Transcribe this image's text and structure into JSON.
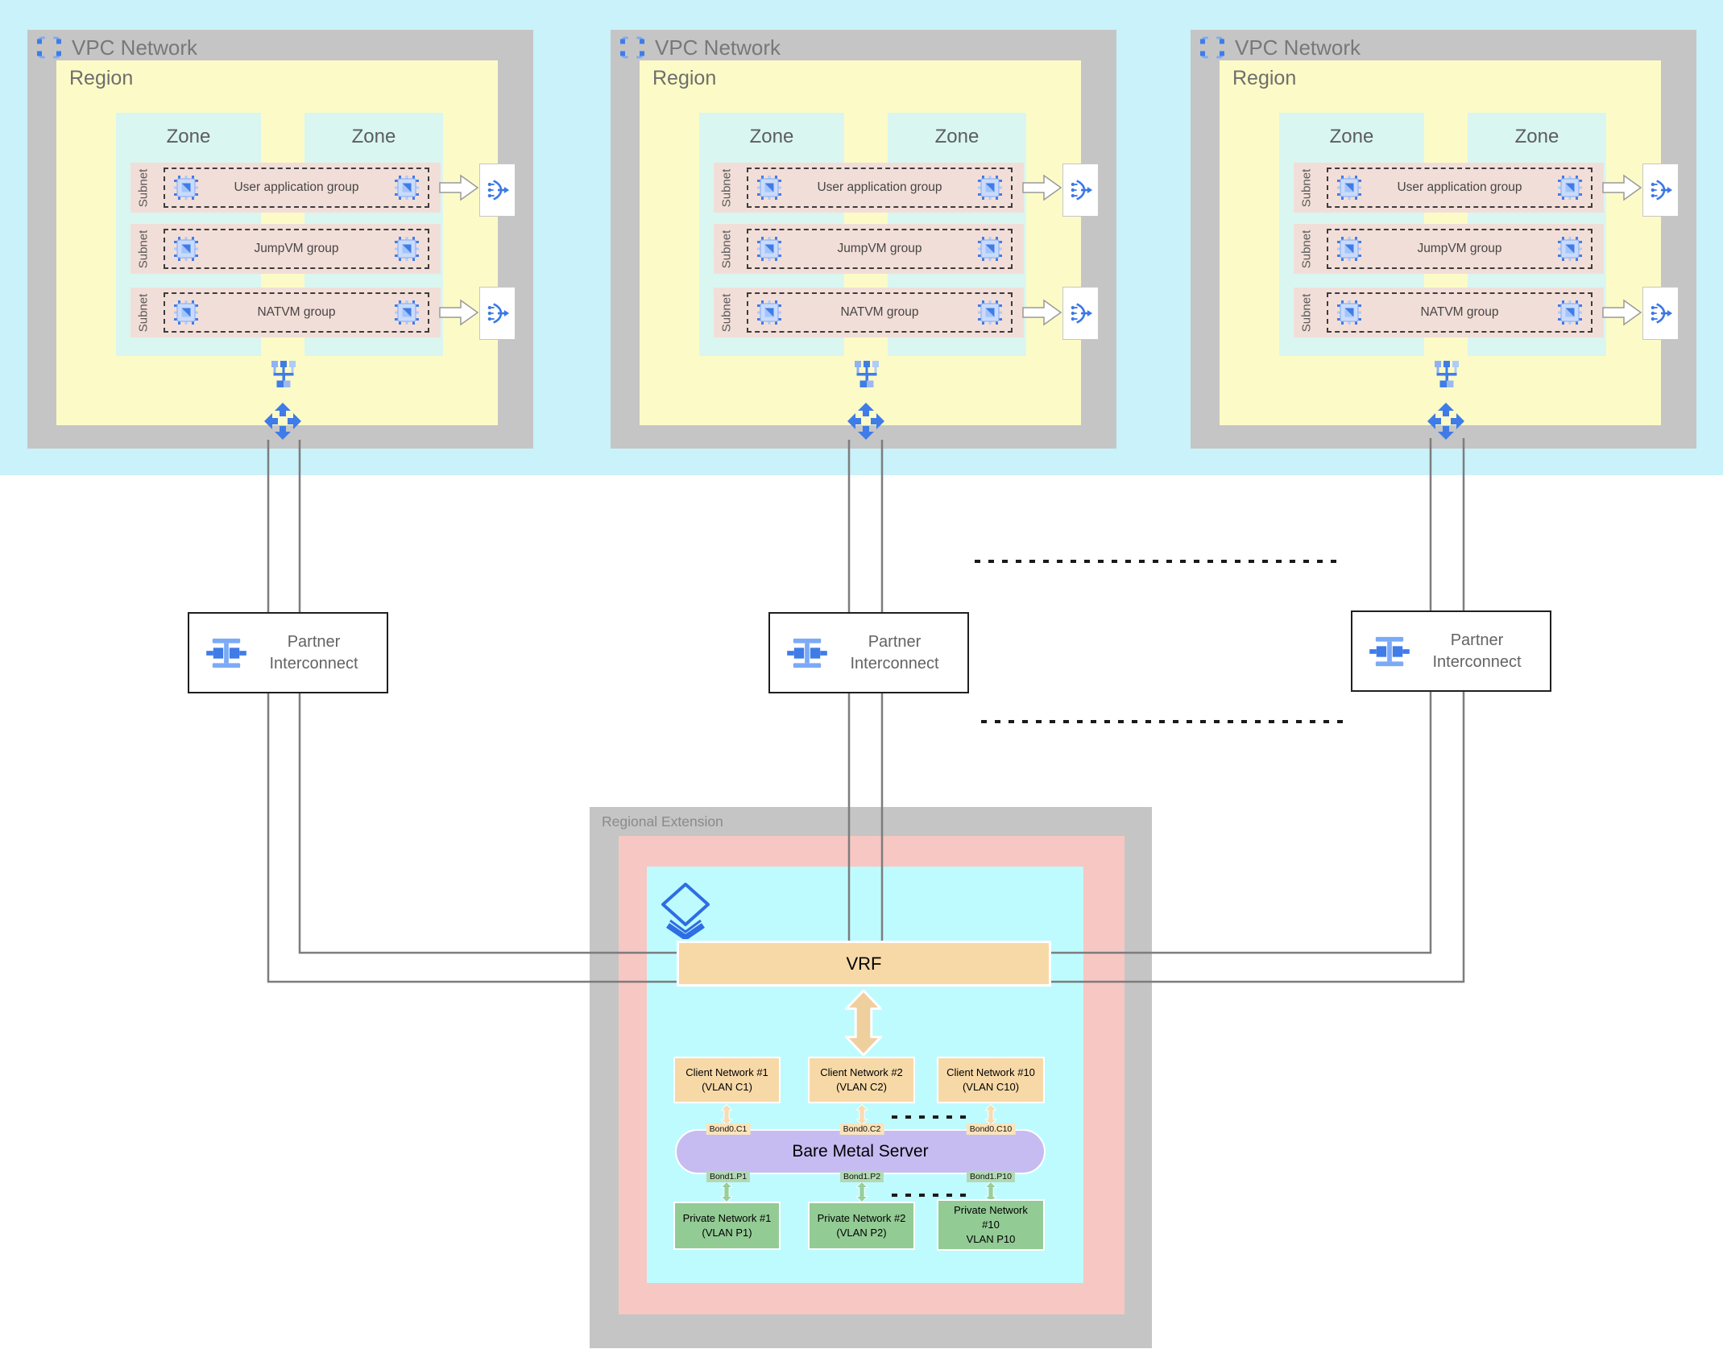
{
  "vpc": {
    "title": "VPC Network",
    "region": "Region",
    "zones": [
      "Zone",
      "Zone"
    ],
    "subnet_label": "Subnet",
    "subnets": [
      {
        "group": "User application group"
      },
      {
        "group": "JumpVM group"
      },
      {
        "group": "NATVM group"
      }
    ]
  },
  "interconnect": {
    "line1": "Partner",
    "line2": "Interconnect"
  },
  "regional_extension": {
    "title": "Regional Extension",
    "vrf": "VRF",
    "client_networks": [
      {
        "line1": "Client Network #1",
        "line2": "(VLAN C1)"
      },
      {
        "line1": "Client Network #2",
        "line2": "(VLAN C2)"
      },
      {
        "line1": "Client Network #10",
        "line2": "(VLAN C10)"
      }
    ],
    "client_bonds": [
      "Bond0.C1",
      "Bond0.C2",
      "Bond0.C10"
    ],
    "server": "Bare Metal Server",
    "private_bonds": [
      "Bond1.P1",
      "Bond1.P2",
      "Bond1.P10"
    ],
    "private_networks": [
      {
        "line1": "Private Network #1",
        "line2": "(VLAN P1)",
        "line3": ""
      },
      {
        "line1": "Private Network #2",
        "line2": "(VLAN P2)",
        "line3": ""
      },
      {
        "line1": "Private Network",
        "line2": "#10",
        "line3": "VLAN P10"
      }
    ]
  },
  "icons": {
    "vpc": "vpc-network-icon",
    "vm": "compute-vm-icon",
    "lb": "load-balancer-icon",
    "net": "network-topology-icon",
    "router": "cloud-router-icon",
    "interconnect": "partner-interconnect-icon",
    "layers": "stacked-layers-icon",
    "flow_arrow": "flow-arrow-icon"
  },
  "colors": {
    "band": "#c9f2fa",
    "box-gray": "#c5c5c5",
    "yellow": "#fcfbc7",
    "zone": "#d9f6f1",
    "pink": "#f2ded8",
    "re-pink": "#f7c7c3",
    "re-cyan": "#befbff",
    "orange": "#f7d9a8",
    "arrow-orange": "#f0cf9f",
    "purple": "#c6bcf2",
    "green": "#93cb95",
    "bond-orange": "#fbe3ba",
    "bond-green": "#b2d9b4",
    "line": "#7d7d7d",
    "blue": "#3f7ce8",
    "blue-light": "#7baaf7",
    "blue-pale": "#aecbfa"
  }
}
